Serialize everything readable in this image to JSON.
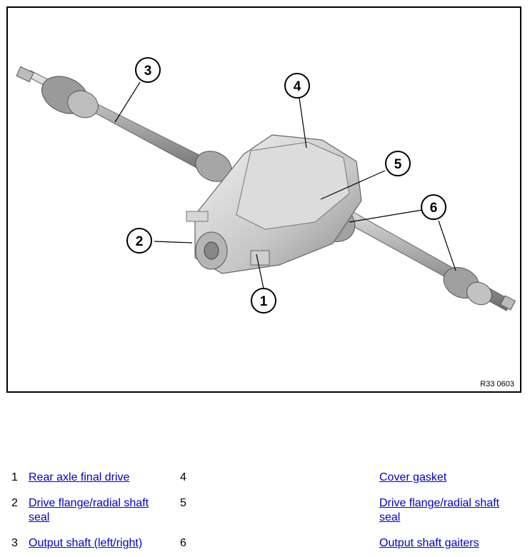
{
  "figure": {
    "code": "R33 0603",
    "callouts": [
      "1",
      "2",
      "3",
      "4",
      "5",
      "6"
    ]
  },
  "legend": [
    {
      "n1": "1",
      "t1": "Rear axle final drive",
      "n2": "4",
      "t2": "Cover gasket"
    },
    {
      "n1": "2",
      "t1": "Drive flange/radial shaft seal",
      "n2": "5",
      "t2": "Drive flange/radial shaft seal"
    },
    {
      "n1": "3",
      "t1": "Output shaft (left/right)",
      "n2": "6",
      "t2": "Output shaft gaiters"
    }
  ],
  "colors": {
    "link": "#0000cc",
    "metal_light": "#d9d9d9",
    "metal_dark": "#8a8a8a"
  }
}
